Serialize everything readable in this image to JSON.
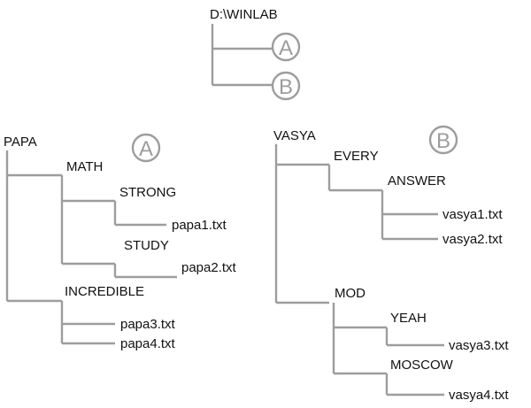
{
  "root": {
    "label": "D:\\WINLAB",
    "children": [
      "A",
      "B"
    ]
  },
  "tree_a": {
    "badge": "A",
    "root": "PAPA",
    "math": "MATH",
    "strong": "STRONG",
    "papa1": "papa1.txt",
    "study": "STUDY",
    "papa2": "papa2.txt",
    "incredible": "INCREDIBLE",
    "papa3": "papa3.txt",
    "papa4": "papa4.txt"
  },
  "tree_b": {
    "badge": "B",
    "root": "VASYA",
    "every": "EVERY",
    "answer": "ANSWER",
    "vasya1": "vasya1.txt",
    "vasya2": "vasya2.txt",
    "mod": "MOD",
    "yeah": "YEAH",
    "vasya3": "vasya3.txt",
    "moscow": "MOSCOW",
    "vasya4": "vasya4.txt"
  },
  "colors": {
    "line": "#9d9d9d",
    "text": "#111111"
  }
}
